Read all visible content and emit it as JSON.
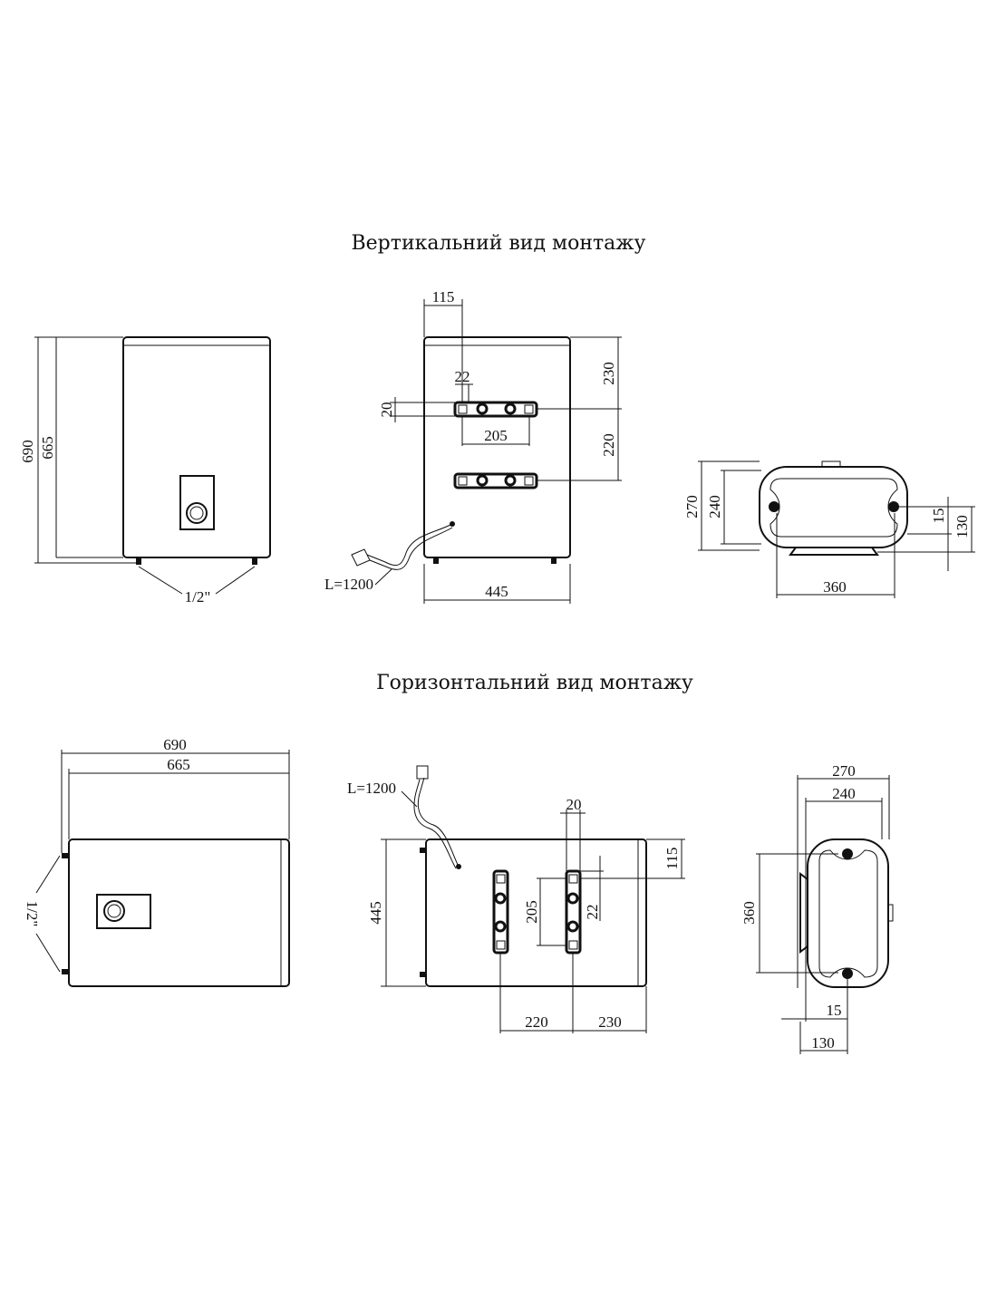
{
  "titles": {
    "vertical": "Вертикальний вид монтажу",
    "horizontal": "Горизонтальний вид монтажу"
  },
  "vertical": {
    "front": {
      "h_total": "690",
      "h_body": "665",
      "pipe": "1/2\""
    },
    "side": {
      "d115": "115",
      "d22": "22",
      "d20": "20",
      "d205": "205",
      "d230": "230",
      "d220": "220",
      "cable": "L=1200",
      "width": "445"
    },
    "top": {
      "d270": "270",
      "d240": "240",
      "d15": "15",
      "d130": "130",
      "d360": "360"
    }
  },
  "horizontal": {
    "front": {
      "w_total": "690",
      "w_body": "665",
      "pipe": "1/2\""
    },
    "side": {
      "cable": "L=1200",
      "d20": "20",
      "d115": "115",
      "d445": "445",
      "d205": "205",
      "d22": "22",
      "d220": "220",
      "d230": "230"
    },
    "top": {
      "d270": "270",
      "d240": "240",
      "d360": "360",
      "d15": "15",
      "d130": "130"
    }
  }
}
